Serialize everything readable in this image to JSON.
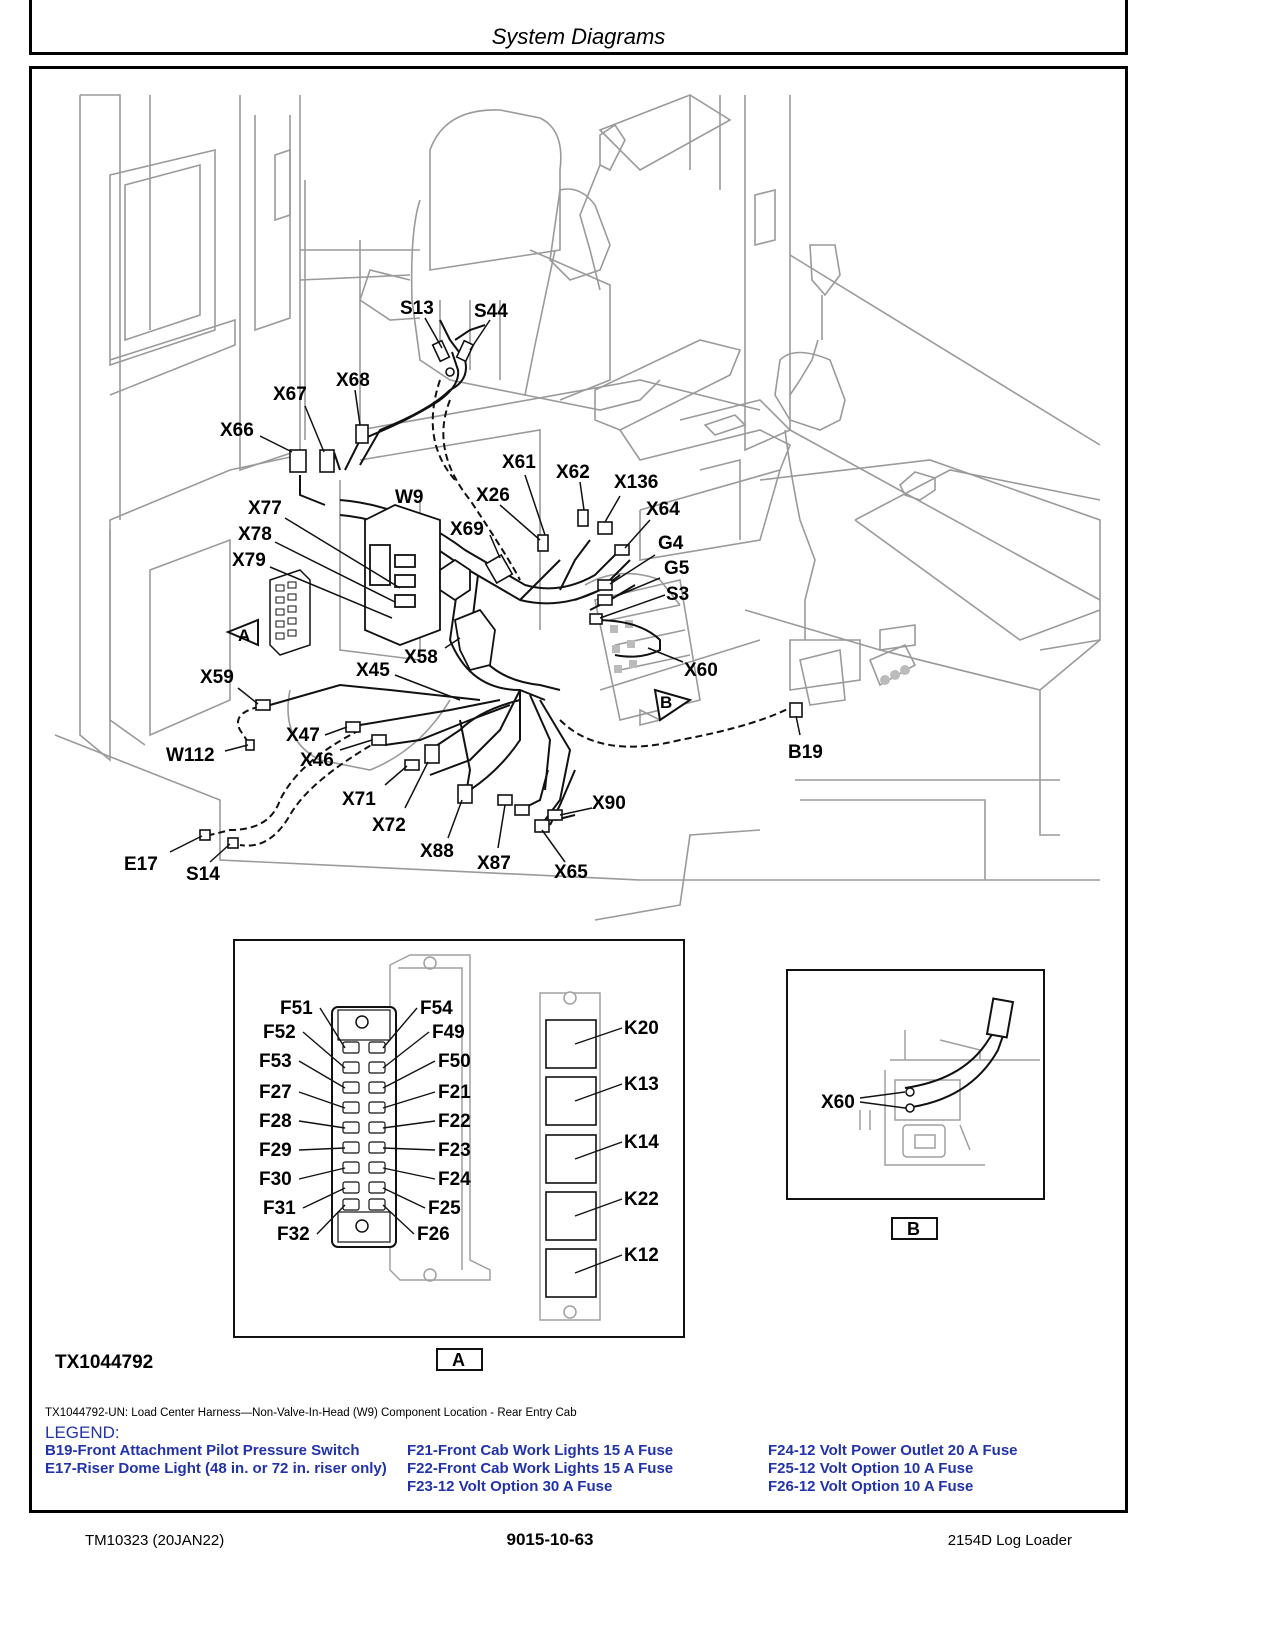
{
  "header": {
    "title": "System Diagrams"
  },
  "figure": {
    "id": "TX1044792",
    "caption": "TX1044792-UN: Load Center Harness—Non-Valve-In-Head (W9) Component Location - Rear Entry Cab",
    "main_callouts": [
      "S13",
      "S44",
      "X67",
      "X68",
      "X66",
      "W9",
      "X61",
      "X62",
      "X136",
      "X26",
      "X64",
      "X77",
      "X78",
      "X79",
      "X69",
      "G4",
      "G5",
      "S3",
      "X60",
      "X58",
      "X45",
      "X59",
      "X47",
      "X46",
      "W112",
      "B19",
      "X71",
      "X72",
      "X90",
      "X88",
      "X87",
      "X65",
      "E17",
      "S14"
    ],
    "view_a_marker": "A",
    "view_b_marker": "B",
    "fuses_left": [
      "F51",
      "F52",
      "F53",
      "F27",
      "F28",
      "F29",
      "F30",
      "F31",
      "F32"
    ],
    "fuses_right": [
      "F54",
      "F49",
      "F50",
      "F21",
      "F22",
      "F23",
      "F24",
      "F25",
      "F26"
    ],
    "relays": [
      "K20",
      "K13",
      "K14",
      "K22",
      "K12"
    ],
    "detail_b_callout": "X60",
    "detail_a_label": "A",
    "detail_b_label": "B"
  },
  "legend": {
    "title": "LEGEND:",
    "col1": [
      "B19-Front Attachment Pilot Pressure Switch",
      "E17-Riser Dome Light (48 in. or 72 in. riser only)"
    ],
    "col2": [
      "F21-Front Cab Work Lights 15 A Fuse",
      "F22-Front Cab Work Lights 15 A Fuse",
      "F23-12 Volt Option 30 A Fuse"
    ],
    "col3": [
      "F24-12 Volt Power Outlet 20 A Fuse",
      "F25-12 Volt Option 10 A Fuse",
      "F26-12 Volt Option 10 A Fuse"
    ]
  },
  "footer": {
    "left": "TM10323 (20JAN22)",
    "center": "9015-10-63",
    "right": "2154D Log Loader"
  }
}
